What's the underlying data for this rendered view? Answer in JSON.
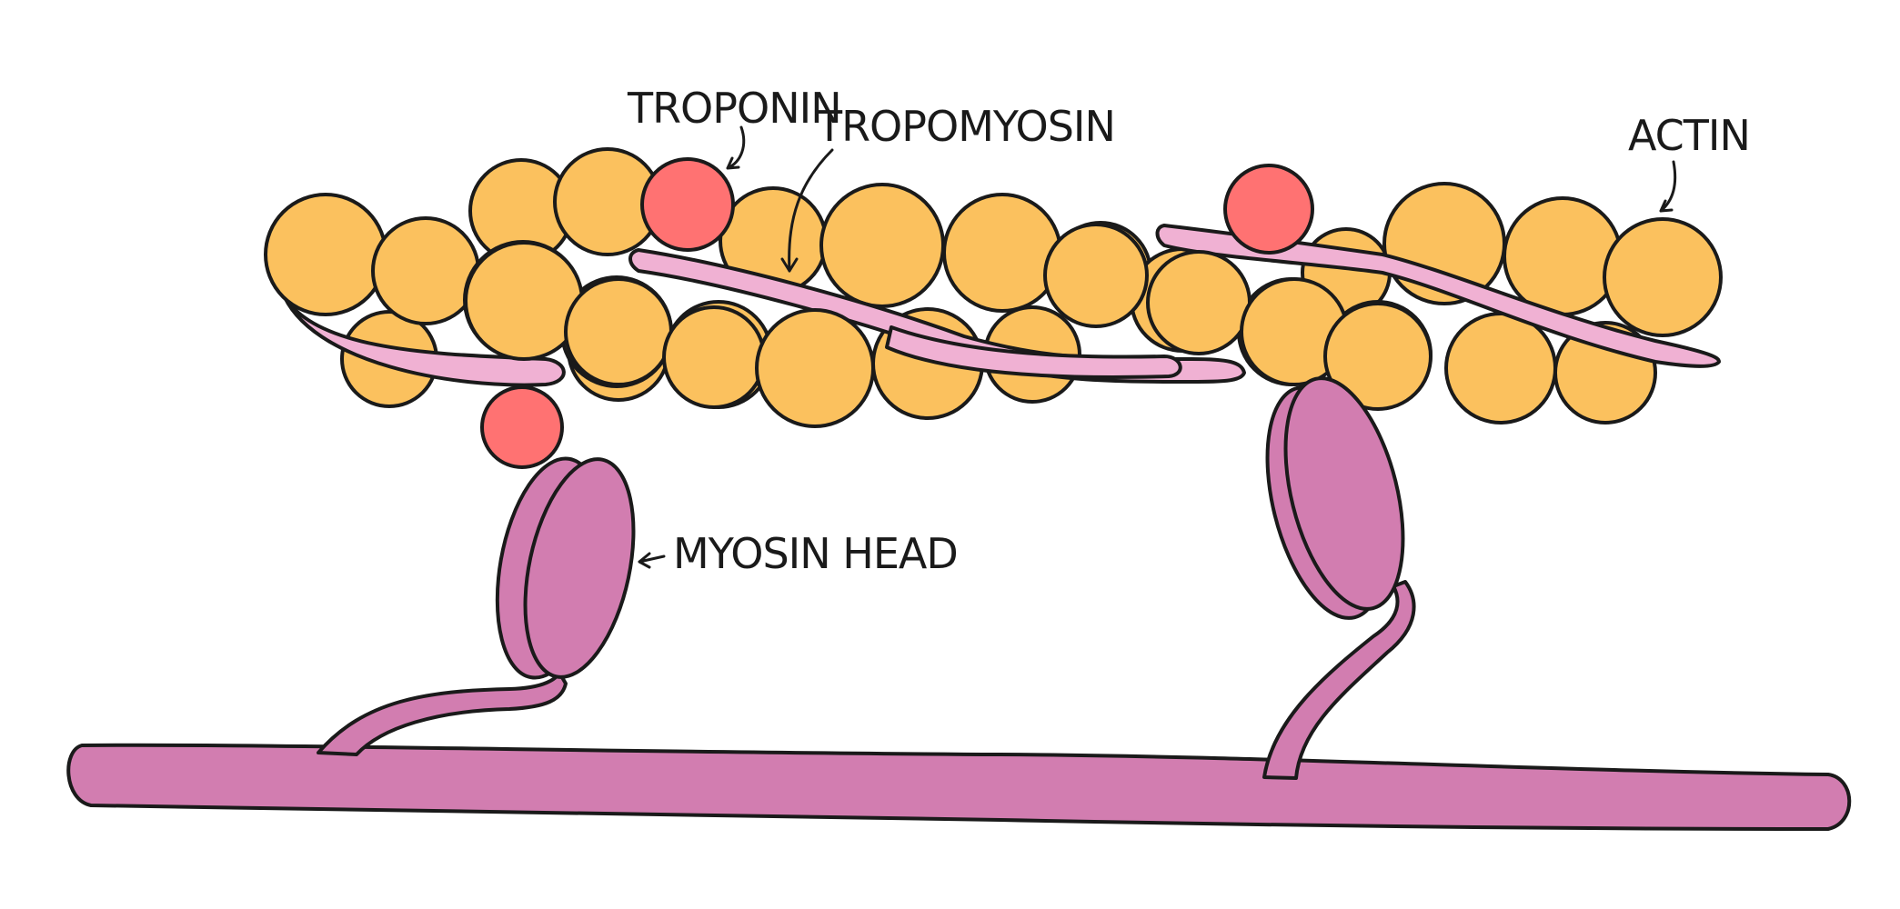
{
  "labels": {
    "troponin": "TROPONIN",
    "tropomyosin": "TROPOMYOSIN",
    "actin": "ACTIN",
    "myosin_head": "MYOSIN HEAD"
  },
  "colors": {
    "actin": "#FBC15E",
    "troponin": "#FF7272",
    "tropomyosin": "#F0B1D3",
    "myosin": "#D27DB0",
    "outline": "#1A1A1A",
    "background": "#FFFFFF"
  }
}
